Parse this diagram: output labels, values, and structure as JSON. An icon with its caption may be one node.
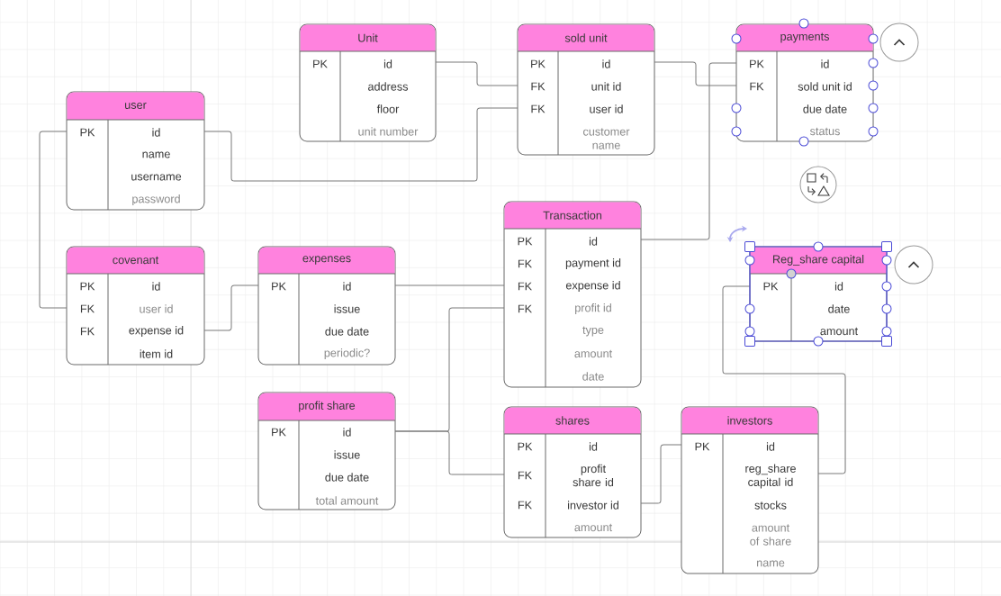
{
  "diagram": {
    "nodes": [
      {
        "text": [
          "Unit",
          "PK",
          "id",
          "address",
          "floor",
          "unit number"
        ]
      },
      {
        "text": [
          "sold unit",
          "PK",
          "id",
          "FK",
          "unit id",
          "FK",
          "user id",
          "customer name"
        ]
      },
      {
        "text": [
          "payments",
          "PK",
          "id",
          "FK",
          "sold unit id",
          "due date",
          "status"
        ]
      },
      {
        "text": [
          "user",
          "PK",
          "id",
          "name",
          "username",
          "password"
        ]
      },
      {
        "text": [
          "covenant",
          "PK",
          "id",
          "FK",
          "user id",
          "FK",
          "expense id",
          "item id"
        ]
      },
      {
        "text": [
          "expenses",
          "PK",
          "id",
          "issue",
          "due date",
          "periodic?"
        ]
      },
      {
        "text": [
          "Transaction",
          "PK",
          "id",
          "FK",
          "payment id",
          "FK",
          "expense id",
          "FK",
          "profit id",
          "type",
          "amount",
          "date"
        ]
      },
      {
        "text": [
          "Reg_share capital",
          "PK",
          "id",
          "date",
          "amount"
        ]
      },
      {
        "text": [
          "profit share",
          "PK",
          "id",
          "issue",
          "due date",
          "total amount"
        ]
      },
      {
        "text": [
          "shares",
          "PK",
          "id",
          "FK",
          "profit share id",
          "FK",
          "investor id",
          "amount"
        ]
      },
      {
        "text": [
          "investors",
          "PK",
          "id",
          "reg_share capital id",
          "stocks",
          "amount of share",
          "name"
        ]
      }
    ],
    "edges": [
      {
        "from": 0,
        "to": 1,
        "arrow": "none"
      },
      {
        "from": 3,
        "to": 1,
        "arrow": "none"
      },
      {
        "from": 3,
        "to": 4,
        "arrow": "none"
      },
      {
        "from": 4,
        "to": 5,
        "arrow": "none"
      },
      {
        "from": 5,
        "to": 6,
        "arrow": "none"
      },
      {
        "from": 1,
        "to": 2,
        "arrow": "none"
      },
      {
        "from": 2,
        "to": 6,
        "arrow": "none"
      },
      {
        "from": 8,
        "to": 6,
        "arrow": "none"
      },
      {
        "from": 8,
        "to": 9,
        "arrow": "none"
      },
      {
        "from": 9,
        "to": 10,
        "arrow": "none"
      },
      {
        "from": 10,
        "to": 7,
        "arrow": "none"
      }
    ]
  }
}
